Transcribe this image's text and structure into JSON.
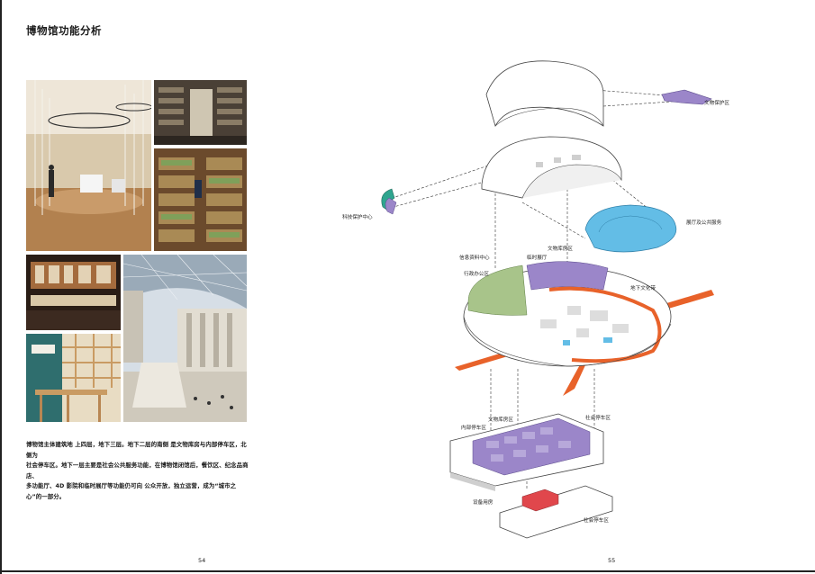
{
  "left_page": {
    "title": "博物馆功能分析",
    "body_lines": [
      "博物馆主体建筑地 上四层，地下三层。地下二层的南侧 是文物库房与内部停车区，北侧为",
      "社会停车区。地下一层主要是社会公共服务功能，在博物馆闭馆后，餐饮区、纪念品商店、",
      "多功能厅、4D 影院和临时展厅等功能仍可向 公众开放，独立运营，成为“城市之心”的一部分。"
    ],
    "page_number": "54"
  },
  "right_page": {
    "page_number": "55",
    "labels": {
      "artifact_protection": "文物保护区",
      "tech_protection": "科技保护中心",
      "lobby_public": "展厅及公共服务",
      "info_center": "信息资料中心",
      "artifact_storage_top": "文物库房区",
      "temp_exhibit": "临时展厅",
      "admin_office": "行政办公区",
      "underground_culture": "地下文化带",
      "artifact_storage_b2": "文物库房区",
      "internal_parking": "内部停车区",
      "public_parking_b2": "社会停车区",
      "equipment_room": "设备用房",
      "public_parking_b3": "社会停车区"
    }
  },
  "colors": {
    "purple": "#9b86c9",
    "blue": "#63bde6",
    "orange": "#e8622a",
    "green": "#a8c48a",
    "red": "#e0474c",
    "teal": "#2fa58f"
  }
}
